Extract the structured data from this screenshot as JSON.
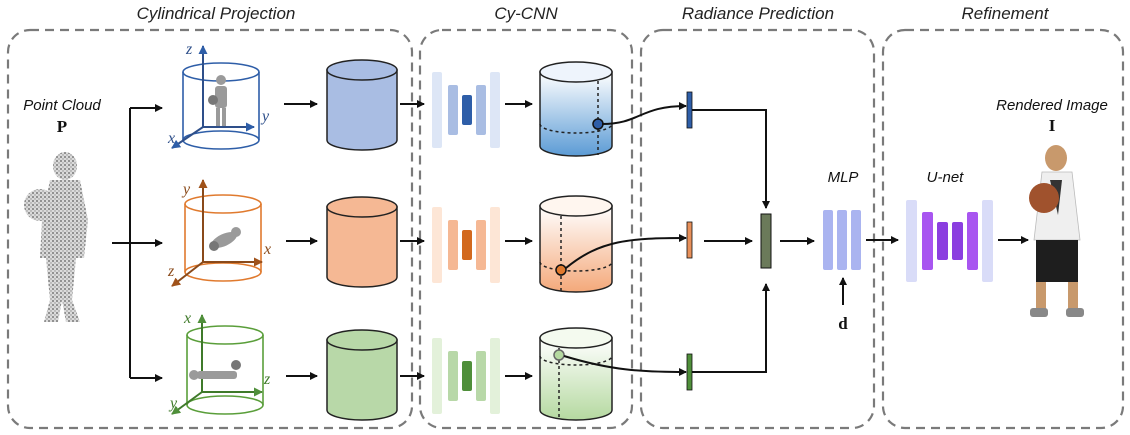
{
  "sections": {
    "cylindrical_projection": "Cylindrical Projection",
    "cy_cnn": "Cy-CNN",
    "radiance_prediction": "Radiance Prediction",
    "refinement": "Refinement"
  },
  "input": {
    "label": "Point Cloud",
    "symbol": "P"
  },
  "output": {
    "label": "Rendered Image",
    "symbol": "I"
  },
  "modules": {
    "mlp": "MLP",
    "unet": "U-net",
    "direction": "d"
  },
  "branches": [
    {
      "name": "blue",
      "axes": [
        "z",
        "y",
        "x"
      ],
      "color": "#2e5ea8",
      "fill": "#a9bde3"
    },
    {
      "name": "orange",
      "axes": [
        "y",
        "x",
        "z"
      ],
      "color": "#e07a2e",
      "fill": "#f5b894"
    },
    {
      "name": "green",
      "axes": [
        "x",
        "z",
        "y"
      ],
      "color": "#4f8f3a",
      "fill": "#b8d8a8"
    }
  ]
}
